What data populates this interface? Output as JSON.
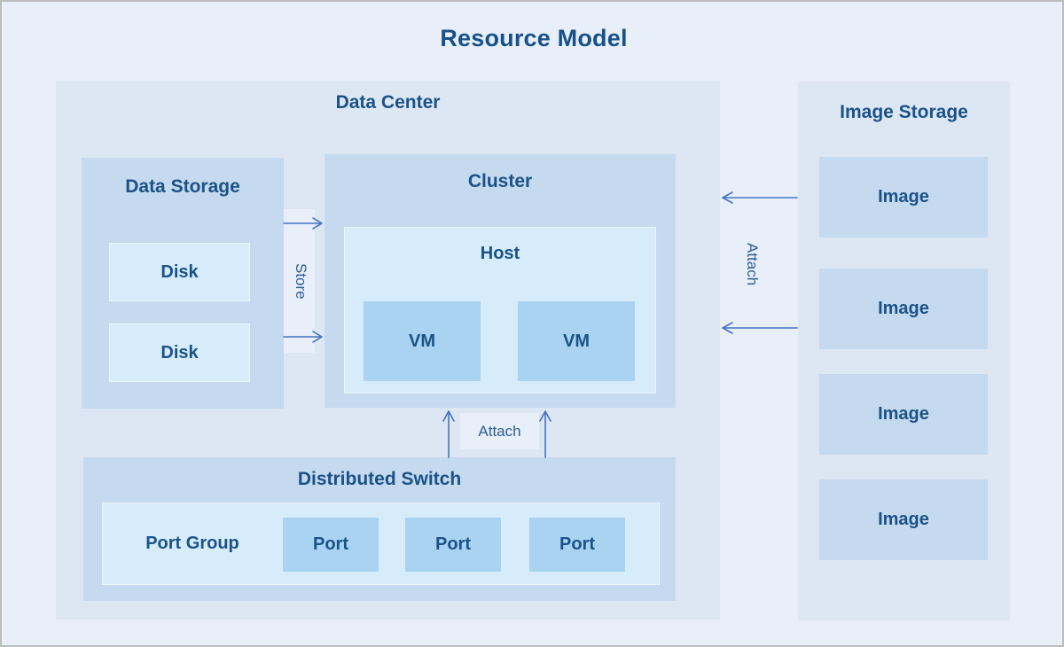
{
  "title": "Resource Model",
  "data_center": {
    "title": "Data Center",
    "data_storage": {
      "title": "Data Storage",
      "disks": [
        "Disk",
        "Disk"
      ]
    },
    "cluster": {
      "title": "Cluster",
      "host": {
        "title": "Host",
        "vms": [
          "VM",
          "VM"
        ]
      }
    },
    "distributed_switch": {
      "title": "Distributed Switch",
      "port_group": {
        "title": "Port Group",
        "ports": [
          "Port",
          "Port",
          "Port"
        ]
      }
    }
  },
  "image_storage": {
    "title": "Image Storage",
    "images": [
      "Image",
      "Image",
      "Image",
      "Image"
    ]
  },
  "labels": {
    "store": "Store",
    "attach_switch": "Attach",
    "attach_image": "Attach"
  },
  "palette": {
    "page_background": "#e9eff9",
    "outer_border": "#bcbcbc",
    "container_fill": "#dce7f3",
    "section_fill": "#c5daee",
    "light_fill": "#d6ecfb",
    "deep_fill": "#a9d3f0",
    "heading_text": "#1a5289",
    "arrow_stroke": "#4472c4"
  }
}
